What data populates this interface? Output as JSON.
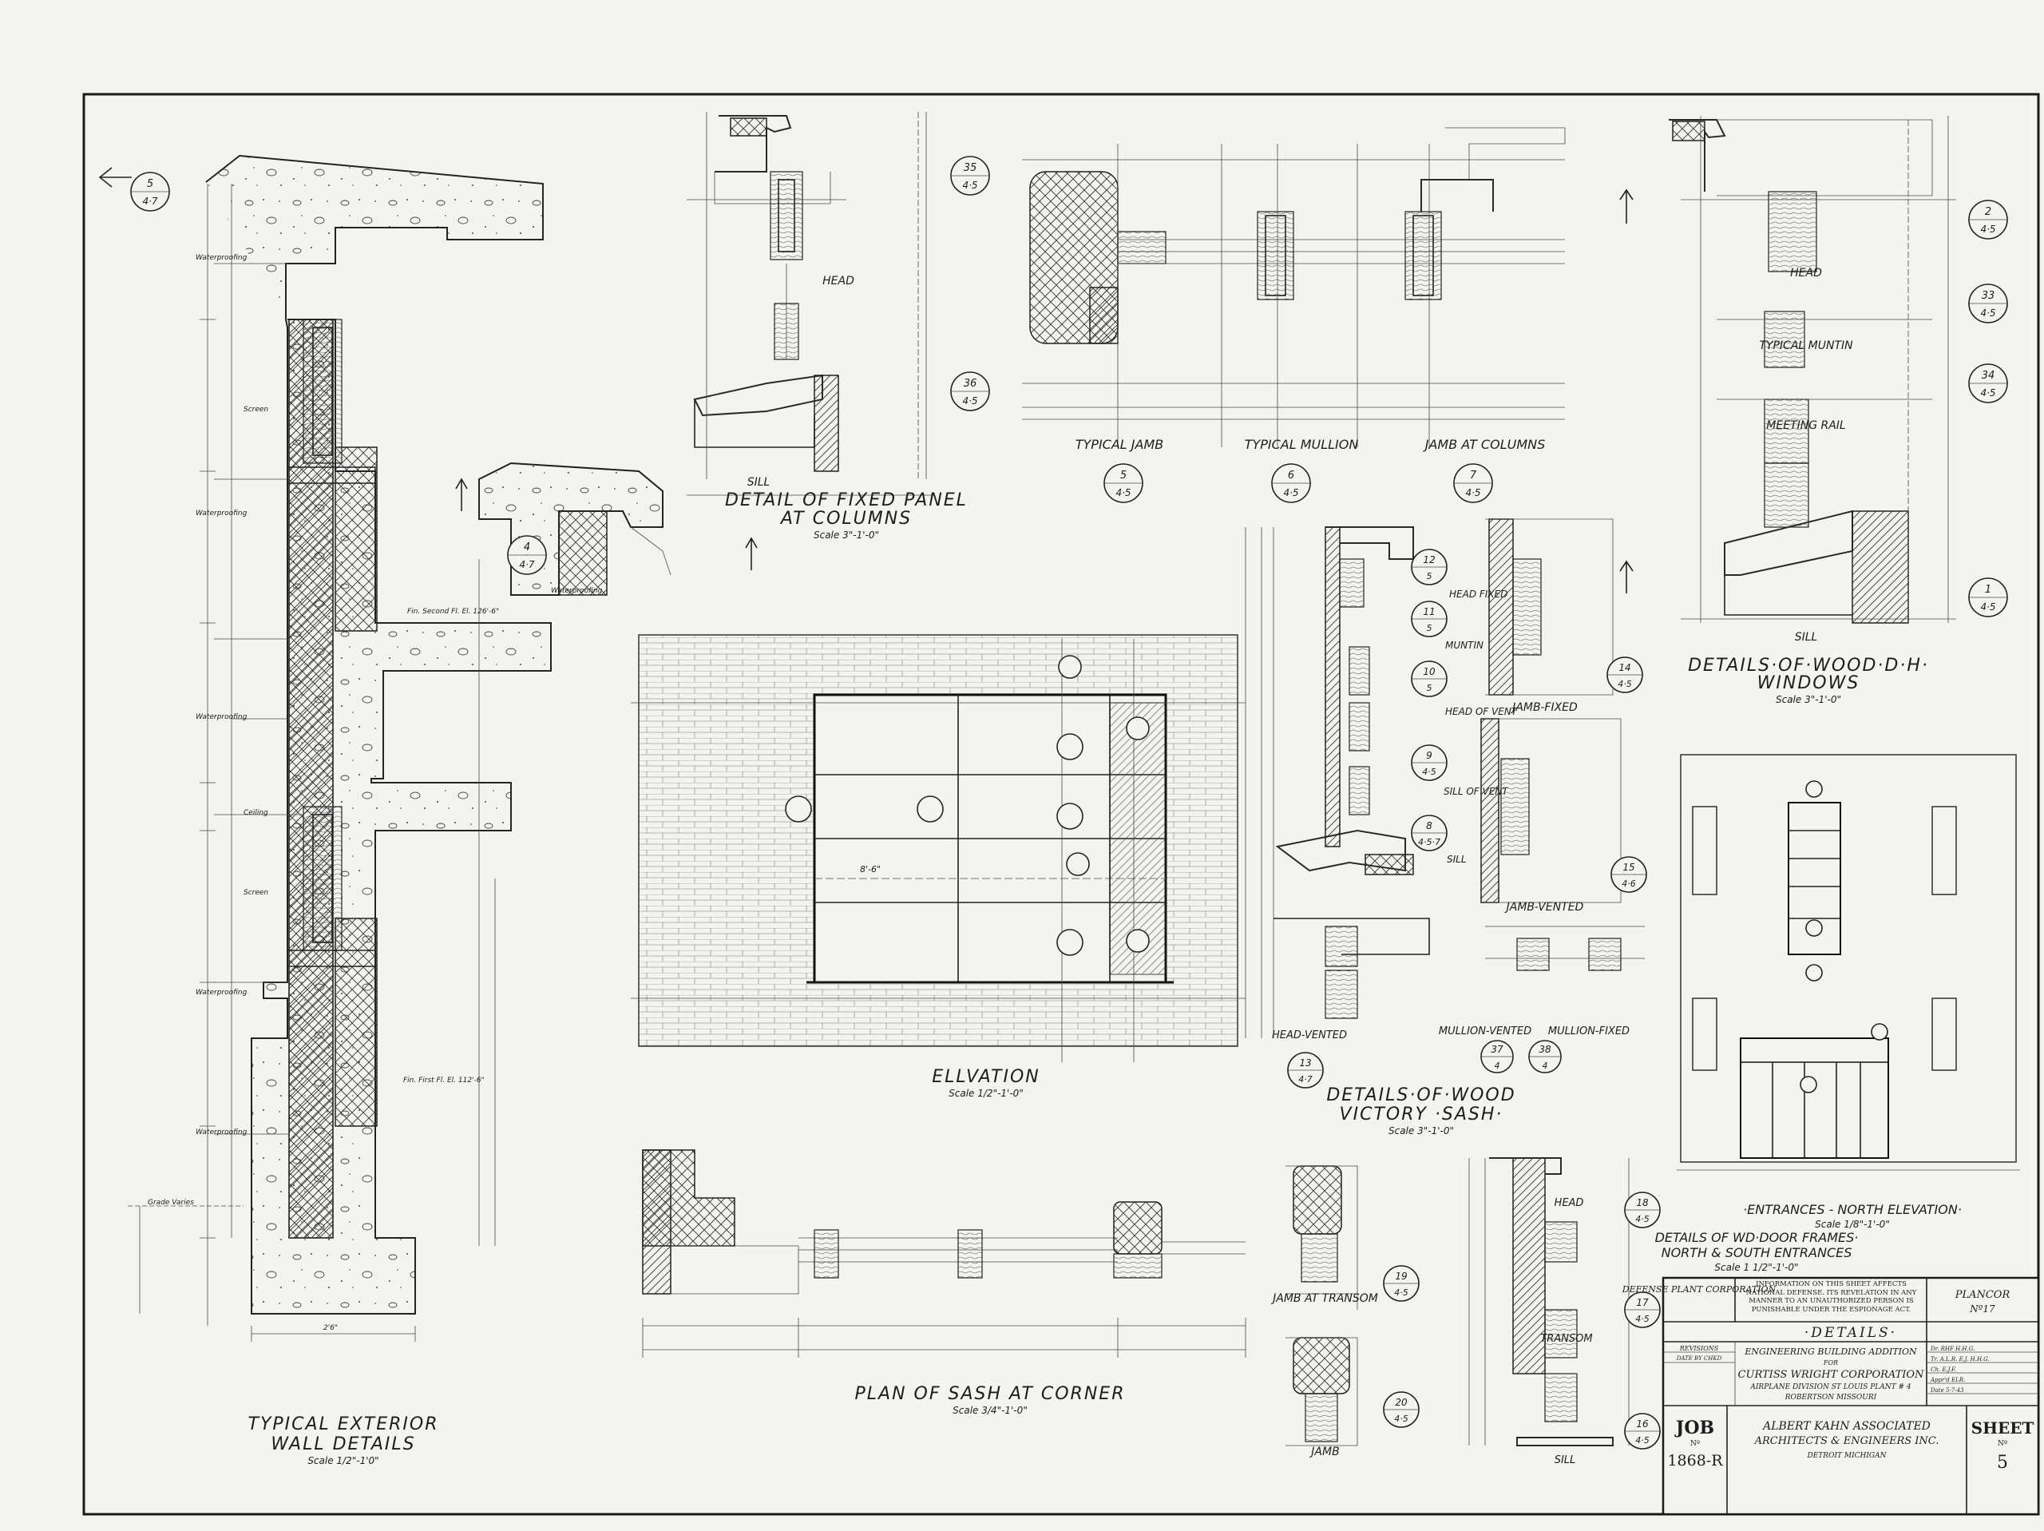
{
  "details": {
    "typical_wall": {
      "title": "TYPICAL EXTERIOR",
      "title2": "WALL DETAILS",
      "scale": "Scale 1/2\"-1'0\"",
      "callout_top": {
        "num": "5",
        "sheet": "4·7"
      },
      "callout_mid": {
        "num": "4",
        "sheet": "4·7"
      },
      "labels": {
        "waterproofing": "Waterproofing",
        "screen": "Screen",
        "ceiling": "Ceiling",
        "grade": "Grade Varies",
        "fin_second": "Fin. Second Fl. El. 126'-6\"",
        "fin_first": "Fin. First Fl. El. 112'-6\"",
        "dim_25": "2'6\""
      }
    },
    "fixed_panel": {
      "title": "DETAIL OF FIXED PANEL",
      "title2": "AT COLUMNS",
      "scale": "Scale 3\"-1'-0\"",
      "head": "HEAD",
      "sill": "SILL",
      "callout_a": {
        "num": "35",
        "sheet": "4·5"
      },
      "callout_b": {
        "num": "36",
        "sheet": "4·5"
      }
    },
    "jamb": {
      "c1": {
        "label": "TYPICAL JAMB",
        "num": "5",
        "sheet": "4·5"
      },
      "c2": {
        "label": "TYPICAL MULLION",
        "num": "6",
        "sheet": "4·5"
      },
      "c3": {
        "label": "JAMB AT COLUMNS",
        "num": "7",
        "sheet": "4·5"
      }
    },
    "wood_dh": {
      "title": "DETAILS·OF·WOOD·D·H·",
      "title2": "WINDOWS",
      "scale": "Scale 3\"-1'-0\"",
      "head": "HEAD",
      "muntin": "TYPICAL MUNTIN",
      "rail": "MEETING RAIL",
      "sill": "SILL",
      "callouts": [
        {
          "num": "2",
          "sheet": "4·5"
        },
        {
          "num": "33",
          "sheet": "4·5"
        },
        {
          "num": "34",
          "sheet": "4·5"
        },
        {
          "num": "1",
          "sheet": "4·5"
        }
      ]
    },
    "elevation": {
      "title": "ELLVATION",
      "scale": "Scale 1/2\"-1'-0\"",
      "dim": "8'-6\""
    },
    "victory": {
      "title": "DETAILS·OF·WOOD",
      "title2": "VICTORY  ·SASH·",
      "scale": "Scale 3\"-1'-0\"",
      "callouts": [
        {
          "num": "12",
          "sheet": "5",
          "label": "HEAD FIXED"
        },
        {
          "num": "11",
          "sheet": "5",
          "label": "MUNTIN"
        },
        {
          "num": "10",
          "sheet": "5",
          "label": "HEAD OF VENT"
        },
        {
          "num": "9",
          "sheet": "4·5",
          "label": "SILL OF VENT"
        },
        {
          "num": "8",
          "sheet": "4·5·7",
          "label": "SILL"
        }
      ],
      "head_vented": {
        "label": "HEAD-VENTED",
        "num": "13",
        "sheet": "4·7"
      },
      "mullion_vented": {
        "label": "MULLION-VENTED",
        "num": "37",
        "sheet": "4"
      },
      "mullion_fixed": {
        "label": "MULLION-FIXED",
        "num": "38",
        "sheet": "4"
      },
      "jamb_fixed": {
        "label": "JAMB-FIXED",
        "num": "14",
        "sheet": "4·5"
      },
      "jamb_vented": {
        "label": "JAMB-VENTED",
        "num": "15",
        "sheet": "4·6"
      }
    },
    "entrances": {
      "title": "·ENTRANCES - NORTH ELEVATION·",
      "scale": "Scale 1/8\"-1'-0\"",
      "title2": "DETAILS OF WD·DOOR FRAMES·",
      "title3": "NORTH & SOUTH ENTRANCES",
      "scale2": "Scale 1 1/2\"-1'-0\""
    },
    "plan_corner": {
      "title": "PLAN OF SASH AT CORNER",
      "scale": "Scale 3/4\"-1'-0\""
    },
    "transom": {
      "jamb_transom": {
        "label": "JAMB AT TRANSOM",
        "num": "19",
        "sheet": "4·5"
      },
      "jamb": {
        "label": "JAMB",
        "num": "20",
        "sheet": "4·5"
      }
    },
    "door_section": {
      "head": "HEAD",
      "transom": "TRANSOM",
      "sill": "SILL",
      "callouts": [
        {
          "num": "18",
          "sheet": "4·5"
        },
        {
          "num": "17",
          "sheet": "4·5"
        },
        {
          "num": "16",
          "sheet": "4·5"
        }
      ]
    }
  },
  "title_block": {
    "owner": "DEFENSE PLANT CORPORATION",
    "notice": "INFORMATION ON THIS SHEET AFFECTS NATIONAL DEFENSE. ITS REVELATION IN ANY MANNER TO AN UNAUTHORIZED PERSON IS PUNISHABLE UNDER THE ESPIONAGE ACT.",
    "plancor": "PLANCOR",
    "plancor_no": "Nº17",
    "drawing_title": "·DETAILS·",
    "project": "ENGINEERING BUILDING ADDITION",
    "for": "FOR",
    "client": "CURTISS WRIGHT CORPORATION",
    "division": "AIRPLANE DIVISION     ST LOUIS PLANT # 4",
    "location": "ROBERTSON                              MISSOURI",
    "revisions": "REVISIONS",
    "date_by": "DATE   BY   CHKD",
    "job_label": "JOB",
    "job_no_label": "Nº",
    "job_number": "1868-R",
    "architect": "ALBERT KAHN ASSOCIATED",
    "architect2": "ARCHITECTS & ENGINEERS INC.",
    "city": "DETROIT                              MICHIGAN",
    "sheet_label": "SHEET",
    "sheet_no_label": "Nº",
    "sheet_number": "5",
    "meta": [
      "Dr. RHF  H.H.G.",
      "Tr. A.L.R. E.J. H.H.G.",
      "Ch. E.J.F.",
      "Appr'd ELR.",
      "Date 5-7-43"
    ]
  }
}
